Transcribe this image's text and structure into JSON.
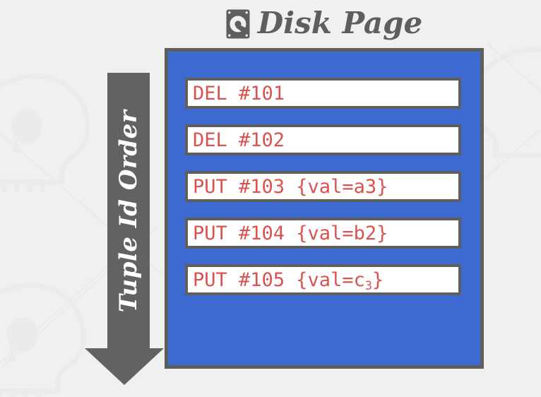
{
  "header": {
    "title": "Disk Page",
    "icon": "hard-disk-icon"
  },
  "arrow": {
    "label": "Tuple Id Order",
    "direction": "down",
    "color": "#626262"
  },
  "page": {
    "background_color": "#3d6ad0",
    "border_color": "#5e5e5e",
    "rows": [
      {
        "op": "DEL",
        "tuple_id": "#101",
        "value": "",
        "text": "DEL #101"
      },
      {
        "op": "DEL",
        "tuple_id": "#102",
        "value": "",
        "text": "DEL #102"
      },
      {
        "op": "PUT",
        "tuple_id": "#103",
        "value": "{val=a3}",
        "text": "PUT #103 {val=a3}"
      },
      {
        "op": "PUT",
        "tuple_id": "#104",
        "value": "{val=b2}",
        "text": "PUT #104 {val=b2}"
      },
      {
        "op": "PUT",
        "tuple_id": "#105",
        "value": "{val=c3}",
        "text": "PUT #105 {val=c",
        "subscript": "3",
        "text_suffix": "}"
      }
    ]
  },
  "colors": {
    "background": "#f0f0f0",
    "page_blue": "#3d6ad0",
    "record_text_red": "#d9534f",
    "frame_gray": "#5e5e5e",
    "arrow_gray": "#626262",
    "title_gray": "#5e5e5e",
    "watermark": "#ebebeb"
  }
}
